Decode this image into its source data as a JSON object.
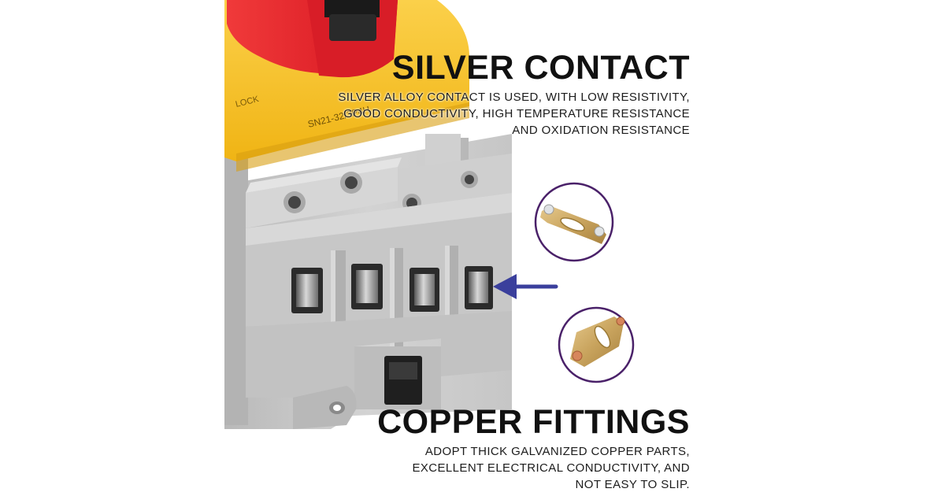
{
  "product": {
    "handle_text": "LOCK",
    "model_text": "SN21-32/3P4H"
  },
  "silver_contact": {
    "title": "SILVER CONTACT",
    "lines": [
      "SILVER ALLOY CONTACT IS USED, WITH LOW RESISTIVITY,",
      "GOOD CONDUCTIVITY, HIGH TEMPERATURE RESISTANCE",
      "AND OXIDATION RESISTANCE"
    ]
  },
  "copper_fittings": {
    "title": "COPPER FITTINGS",
    "lines": [
      "ADOPT THICK GALVANIZED COPPER PARTS,",
      "EXCELLENT ELECTRICAL CONDUCTIVITY, AND",
      "NOT EASY TO SLIP."
    ]
  },
  "colors": {
    "handle_red": "#e8232e",
    "housing_yellow": "#f7c21c",
    "body_grey": "#c9c9c9",
    "arrow_blue": "#3a3f9c",
    "circle_purple": "#4a2169"
  },
  "icons": {
    "pointer_arrow": "left-arrow",
    "detail_circles": "magnified-contact-parts"
  }
}
